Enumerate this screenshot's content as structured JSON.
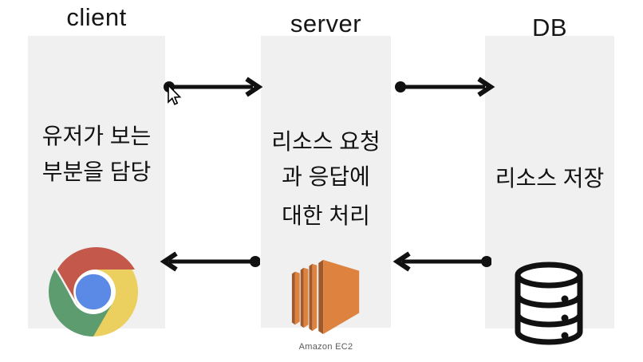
{
  "diagram": {
    "columns": [
      {
        "id": "client",
        "title": "client",
        "body_lines": [
          "유저가 보는",
          "부분을 담당"
        ],
        "icon": "chrome-browser-logo",
        "caption": ""
      },
      {
        "id": "server",
        "title": "server",
        "body_lines": [
          "리소스 요청",
          "과 응답에",
          "대한 처리"
        ],
        "icon": "amazon-ec2-logo",
        "caption": "Amazon EC2"
      },
      {
        "id": "db",
        "title": "DB",
        "body_lines": [
          "리소스 저장"
        ],
        "icon": "database-cylinder-icon",
        "caption": ""
      }
    ],
    "arrows": [
      {
        "position": "top-left",
        "from": "client",
        "to": "server",
        "direction": "right",
        "start_marker": "dot",
        "end_marker": "arrowhead"
      },
      {
        "position": "top-right",
        "from": "server",
        "to": "DB",
        "direction": "right",
        "start_marker": "dot",
        "end_marker": "arrowhead"
      },
      {
        "position": "bottom-left",
        "from": "server",
        "to": "client",
        "direction": "left",
        "start_marker": "dot",
        "end_marker": "arrowhead"
      },
      {
        "position": "bottom-right",
        "from": "DB",
        "to": "server",
        "direction": "left",
        "start_marker": "dot",
        "end_marker": "arrowhead"
      }
    ],
    "colors": {
      "background": "#ffffff",
      "box_background": "#f0f0f0",
      "text": "#111111",
      "arrow": "#111111",
      "caption_gray": "#5a5a5a",
      "chrome_red": "#c4584a",
      "chrome_green": "#5d9c6e",
      "chrome_yellow": "#ecd05f",
      "chrome_blue": "#5a89e6",
      "ec2_orange": "#de8240",
      "ec2_orange_dark": "#9e5a2c"
    },
    "cursor": "arrow-pointer"
  }
}
